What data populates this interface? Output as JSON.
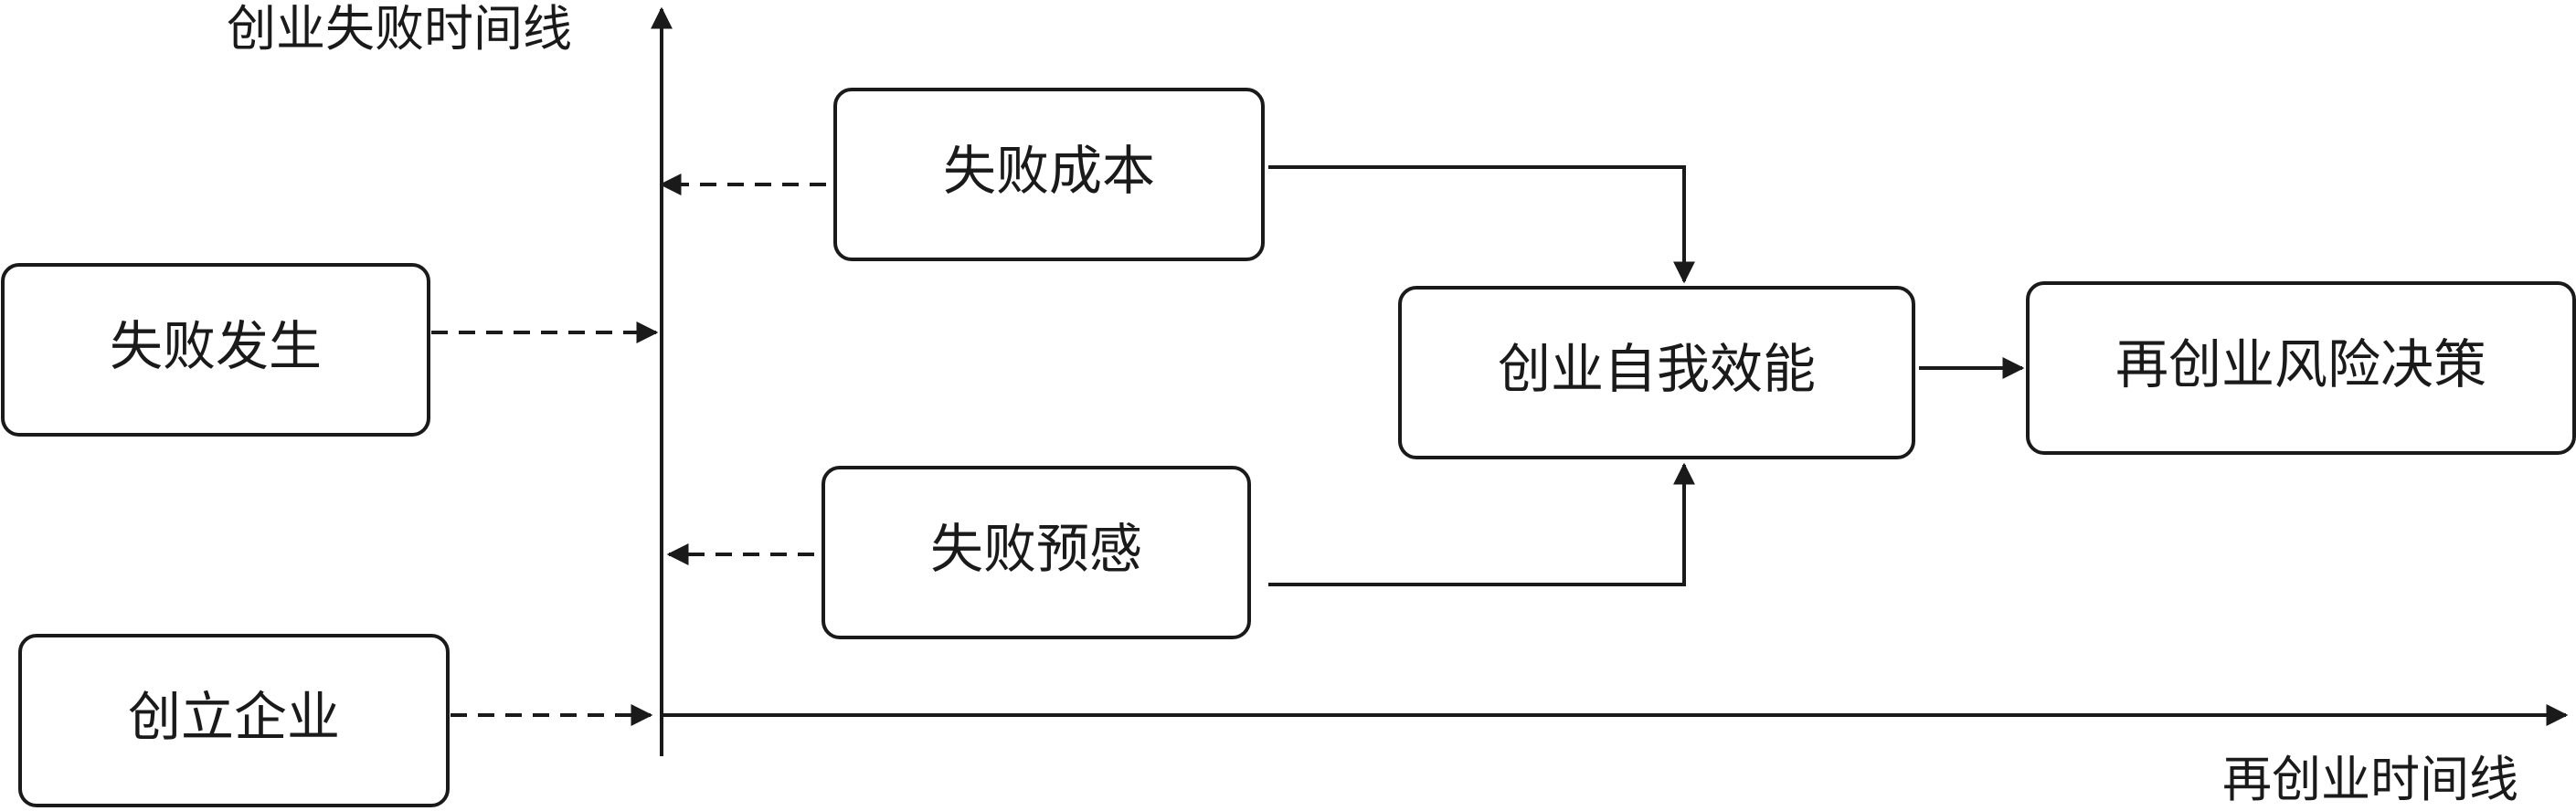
{
  "axes": {
    "y_label": "创业失败时间线",
    "x_label": "再创业时间线"
  },
  "nodes": {
    "failure_occurs": "失败发生",
    "found_company": "创立企业",
    "failure_cost": "失败成本",
    "failure_premonition": "失败预感",
    "self_efficacy": "创业自我效能",
    "risk_decision": "再创业风险决策"
  }
}
